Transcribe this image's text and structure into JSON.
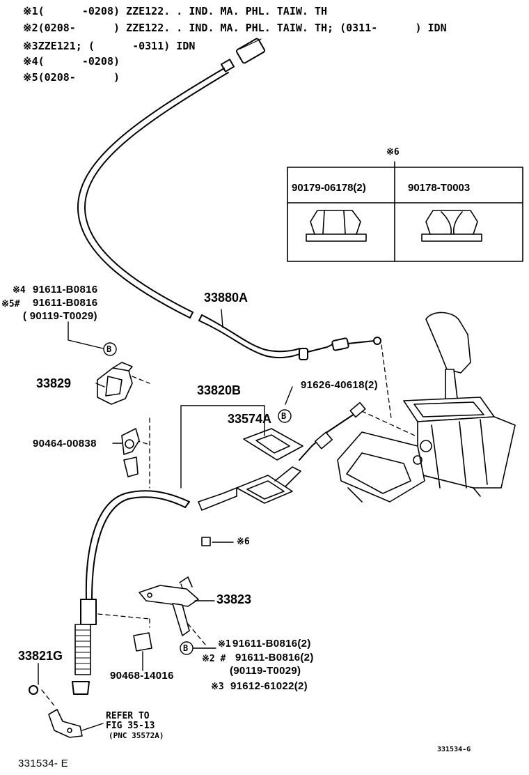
{
  "notes": [
    {
      "mark": "※1",
      "text": "(      -0208) ZZE122. . IND. MA. PHL. TAIW. TH"
    },
    {
      "mark": "※2",
      "text": "(0208-      ) ZZE122. . IND. MA. PHL. TAIW. TH; (0311-      ) IDN"
    },
    {
      "mark": "※3",
      "text": "ZZE121; (      -0311) IDN"
    },
    {
      "mark": "※4",
      "text": "(      -0208)"
    },
    {
      "mark": "※5",
      "text": "(0208-      )"
    }
  ],
  "nut_table": {
    "header_mark": "※6",
    "col1": "90179-06178(2)",
    "col2": "90178-T0003"
  },
  "parts": {
    "p33880A": "33880A",
    "p33829": "33829",
    "p33820B": "33820B",
    "p33574A": "33574A",
    "p91626": "91626-40618(2)",
    "p90464": "90464-00838",
    "p6mark": "※6",
    "p33823": "33823",
    "p33821G": "33821G",
    "p90468": "90468-14016",
    "circleB": "B"
  },
  "left_group": {
    "l1_mark": "※4",
    "l1": "91611-B0816",
    "l2_mark": "※5#",
    "l2": "91611-B0816",
    "l3": "( 90119-T0029)"
  },
  "bottom_group": {
    "l1_mark": "※1",
    "l1": "91611-B0816(2)",
    "l2_mark": "※2 #",
    "l2": "91611-B0816(2)",
    "l3": "(90119-T0029)",
    "l4_mark": "※3",
    "l4": "91612-61022(2)"
  },
  "refer": {
    "l1": "REFER TO",
    "l2": "FIG 35-13",
    "l3": "(PNC 35572A)"
  },
  "codes": {
    "bottom_left": "331534- E",
    "bottom_right": "331534-G"
  }
}
